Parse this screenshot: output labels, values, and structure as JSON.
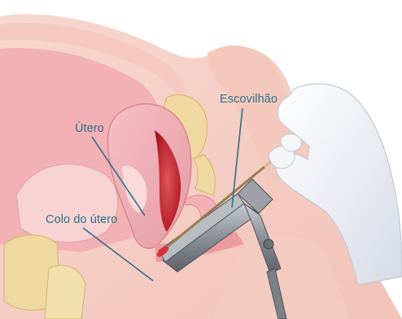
{
  "labels": {
    "uterus": "Útero",
    "cervix": "Colo do útero",
    "brush": "Escovilhão"
  },
  "colors": {
    "label_text": "#2f6f86",
    "leader_line": "#2f6f86",
    "tissue_pink": "#f2b8b8",
    "uterus_red": "#c7252d",
    "glove": "#e9ecf4",
    "speculum_metal": "#8a8f96",
    "bone": "#f0d9a0"
  },
  "icons": {
    "speculum": "speculum-icon",
    "cervical_brush": "cervical-brush-icon",
    "gloved_hand": "gloved-hand-icon"
  }
}
